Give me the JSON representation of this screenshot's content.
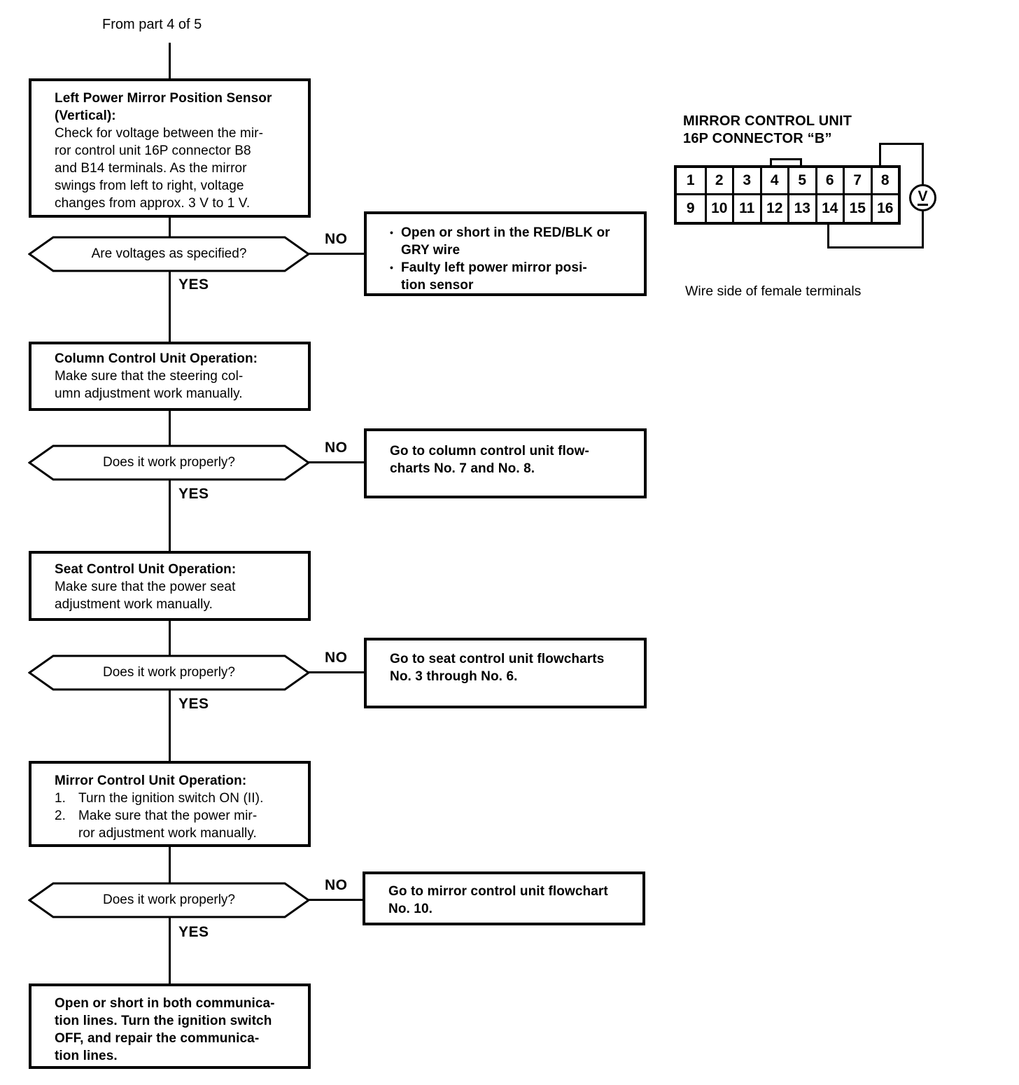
{
  "page": {
    "from_label": "From part 4 of 5",
    "yes": "YES",
    "no": "NO"
  },
  "boxes": {
    "step1": {
      "title": "Left Power Mirror Position Sensor\n(Vertical):",
      "body": "Check for voltage between the mir-\nror control unit 16P connector B8\nand B14 terminals. As the mirror\nswings from left to right, voltage\nchanges from approx. 3 V to 1 V."
    },
    "step2": {
      "title": "Column Control Unit Operation:",
      "body": "Make sure that the steering col-\numn adjustment work manually."
    },
    "step3": {
      "title": "Seat Control Unit Operation:",
      "body": "Make sure that the power seat\nadjustment work manually."
    },
    "step4": {
      "title": "Mirror Control Unit Operation:",
      "items": [
        {
          "num": "1.",
          "text": "Turn the ignition switch ON (II)."
        },
        {
          "num": "2.",
          "text": "Make sure that the power mir-\nror adjustment work manually."
        }
      ]
    },
    "final": {
      "body": "Open or short in both communica-\ntion lines. Turn the ignition switch\nOFF, and repair the communica-\ntion lines."
    }
  },
  "decisions": {
    "d1": "Are voltages as specified?",
    "d2": "Does it work properly?",
    "d3": "Does it work properly?",
    "d4": "Does it work properly?"
  },
  "results": {
    "r1": {
      "bullet": "•",
      "items": [
        "Open or short in the RED/BLK or\nGRY wire",
        "Faulty left power mirror posi-\ntion sensor"
      ]
    },
    "r2": "Go to column control unit flow-\ncharts No. 7 and No. 8.",
    "r3": "Go to seat control unit flowcharts\nNo. 3 through No. 6.",
    "r4": "Go to mirror control unit flowchart\nNo. 10."
  },
  "connector": {
    "title": "MIRROR CONTROL UNIT\n16P CONNECTOR “B”",
    "pins": [
      "1",
      "2",
      "3",
      "4",
      "5",
      "6",
      "7",
      "8",
      "9",
      "10",
      "11",
      "12",
      "13",
      "14",
      "15",
      "16"
    ],
    "meter": "V",
    "caption": "Wire side of female terminals"
  }
}
